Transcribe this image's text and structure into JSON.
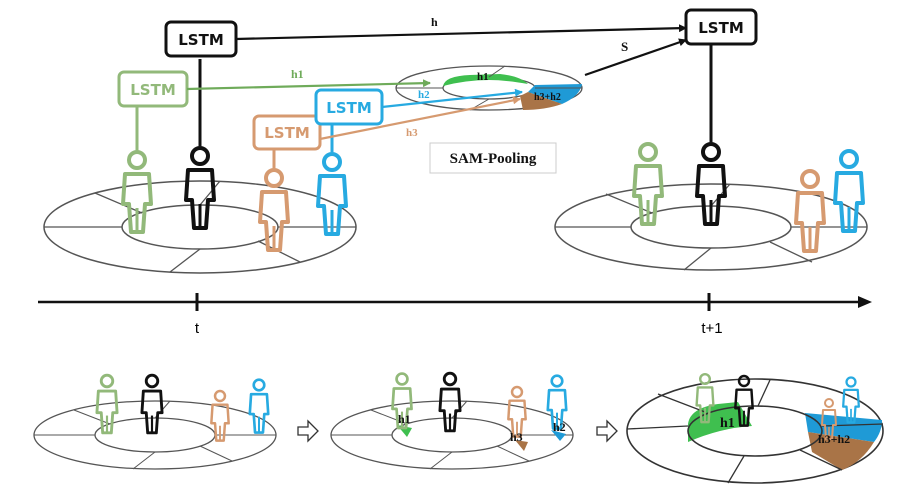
{
  "colors": {
    "black": "#111111",
    "green": "#92b97a",
    "orange": "#d69a70",
    "blue": "#27aae1",
    "sector_green": "#3fbf4f",
    "sector_blue": "#1f9ad6",
    "sector_brown": "#a97447",
    "arrow_green": "#6fab5a",
    "arrow_orange": "#d69a70",
    "ring_gray": "#555555"
  },
  "lstm": {
    "black_t": "LSTM",
    "green_t": "LSTM",
    "orange_t": "LSTM",
    "blue_t": "LSTM",
    "black_t1": "LSTM"
  },
  "arrows": {
    "h_label": "h",
    "h1_label": "h1",
    "h2_label": "h2",
    "h3_label": "h3",
    "s_label": "S"
  },
  "pool": {
    "sector_h1": "h1",
    "sector_h2": "h2",
    "sector_h3h2": "h3+h2",
    "caption": "SAM-Pooling"
  },
  "timeline": {
    "tick_t": "t",
    "tick_t1": "t+1"
  },
  "bottom": {
    "p2_h1": "h1",
    "p2_h3": "h3",
    "p2_h2": "h2",
    "p3_h1": "h1",
    "p3_h3h2": "h3+h2"
  }
}
